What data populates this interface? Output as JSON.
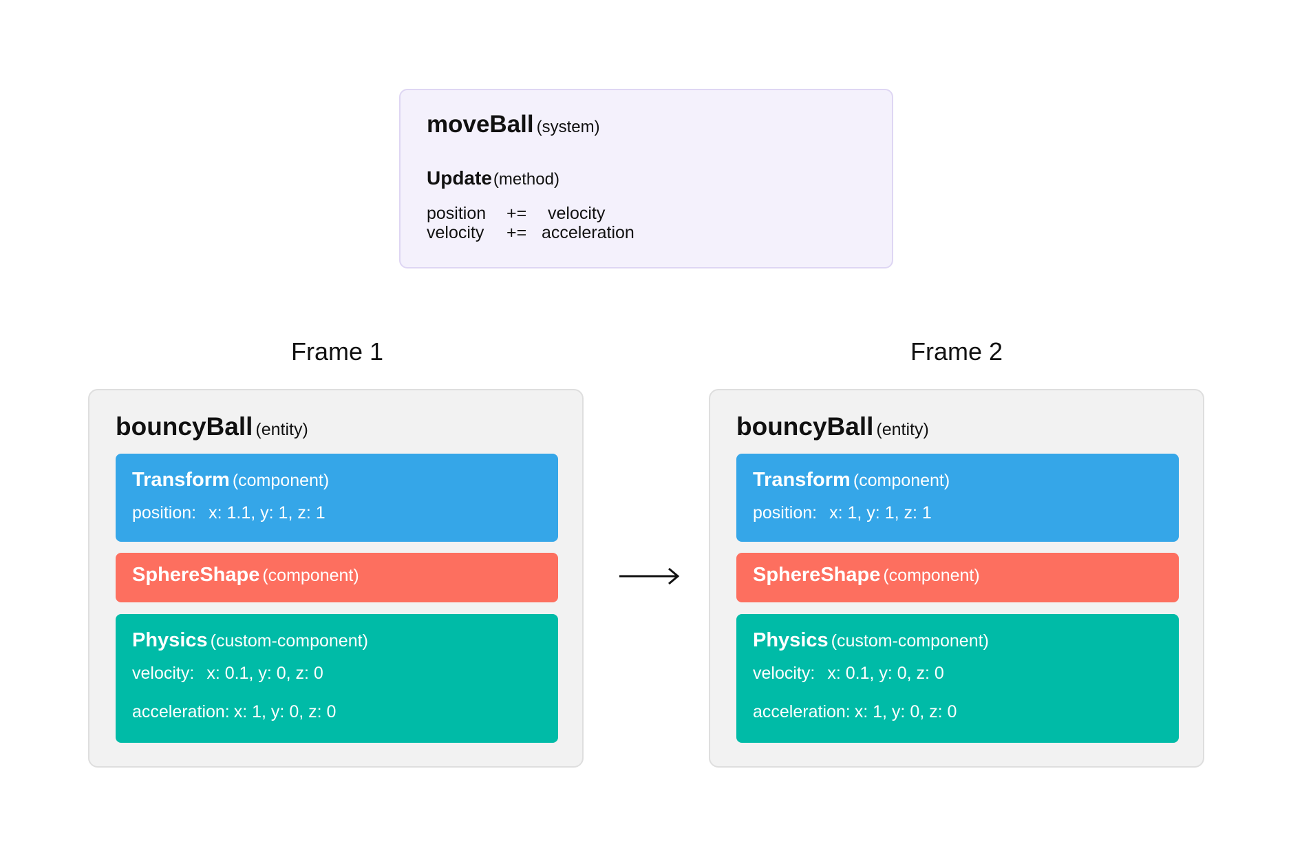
{
  "system": {
    "name": "moveBall",
    "kind": "(system)",
    "method_name": "Update",
    "method_kind": "(method)",
    "lines": [
      {
        "lhs": "position",
        "op": "+=",
        "rhs": "velocity"
      },
      {
        "lhs": "velocity",
        "op": "+=",
        "rhs": "acceleration"
      }
    ]
  },
  "frames": [
    {
      "label": "Frame 1",
      "entity_name": "bouncyBall",
      "entity_kind": "(entity)",
      "transform": {
        "name": "Transform",
        "kind": "(component)",
        "position_label": "position:",
        "position_value": "x: 1.1, y: 1, z: 1"
      },
      "sphere": {
        "name": "SphereShape",
        "kind": "(component)"
      },
      "physics": {
        "name": "Physics",
        "kind": "(custom-component)",
        "velocity_label": "velocity:",
        "velocity_value": "x: 0.1, y: 0, z: 0",
        "acceleration_label": "acceleration:",
        "acceleration_value": "x: 1, y: 0, z: 0"
      }
    },
    {
      "label": "Frame 2",
      "entity_name": "bouncyBall",
      "entity_kind": "(entity)",
      "transform": {
        "name": "Transform",
        "kind": "(component)",
        "position_label": "position:",
        "position_value": "x: 1, y: 1, z: 1"
      },
      "sphere": {
        "name": "SphereShape",
        "kind": "(component)"
      },
      "physics": {
        "name": "Physics",
        "kind": "(custom-component)",
        "velocity_label": "velocity:",
        "velocity_value": "x: 0.1, y: 0, z: 0",
        "acceleration_label": "acceleration:",
        "acceleration_value": "x: 1, y: 0, z: 0"
      }
    }
  ],
  "arrow_icon": "right-arrow-icon",
  "colors": {
    "system_bg": "#f4f1fc",
    "entity_bg": "#f2f2f2",
    "transform": "#35a6e8",
    "sphere": "#fd6f5f",
    "physics": "#00bba7"
  }
}
